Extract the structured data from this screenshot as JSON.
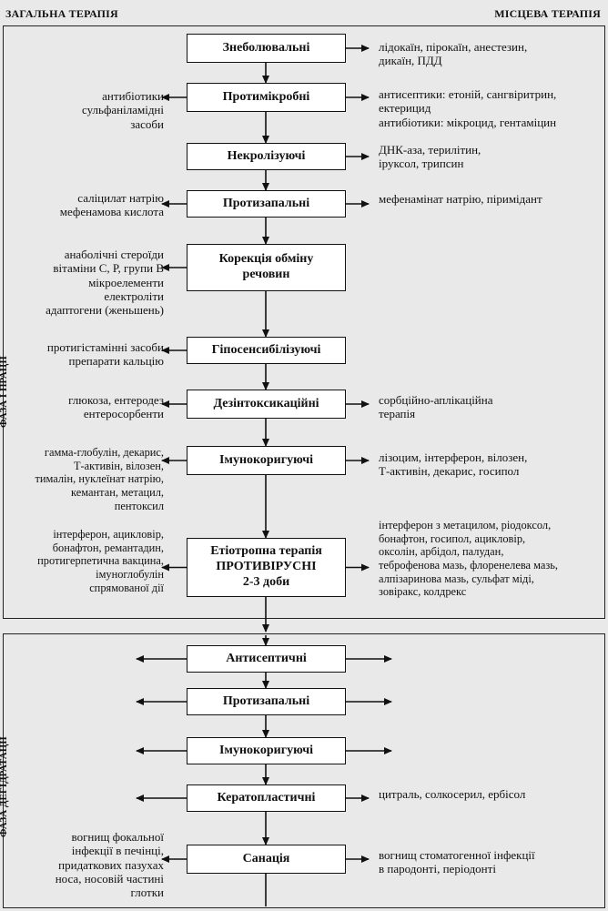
{
  "headers": {
    "left": "ЗАГАЛЬНА ТЕРАПІЯ",
    "right": "МІСЦЕВА ТЕРАПІЯ"
  },
  "phases": {
    "phase1": "ФАЗА І ПРАЦІЇ",
    "phase2": "ФАЗА ДЕГІДРАТАЦІЇ"
  },
  "rows": [
    {
      "box": "Знеболювальні",
      "left": "",
      "right": "лідокаїн, пірокаїн, анестезин,\nдикаїн, ПДД"
    },
    {
      "box": "Протимікробні",
      "left": "антибіотики\nсульфаніламідні\nзасоби",
      "right": "антисептики: етоній, сангвіритрин,\nектерицид\nантибіотики: мікроцид, гентаміцин"
    },
    {
      "box": "Некролізуючі",
      "left": "",
      "right": "ДНК-аза, терилітин,\nіруксол, трипсин"
    },
    {
      "box": "Протизапальні",
      "left": "саліцилат натрію\nмефенамова кислота",
      "right": "мефенамінат натрію, піримідант"
    },
    {
      "box": "Корекція обміну\nречовин",
      "left": "анаболічні стероїди\nвітаміни С, Р, групи В\nмікроелементи\nелектроліти\nадаптогени  (женьшень)",
      "right": ""
    },
    {
      "box": "Гіпосенсибілізуючі",
      "left": "протигістамінні засоби\nпрепарати кальцію",
      "right": ""
    },
    {
      "box": "Дезінтоксикаційні",
      "left": "глюкоза, ентеродез\nентеросорбенти",
      "right": "сорбційно-аплікаційна\nтерапія"
    },
    {
      "box": "Імунокоригуючі",
      "left": "гамма-глобулін, декарис,\nТ-активін, вілозен,\nтималін, нуклеїнат натрію,\nкемантан, метацил,\nпентоксил",
      "right": "лізоцим, інтерферон, вілозен,\nТ-активін, декарис, госипол"
    },
    {
      "box": "Етіотропна терапія\nПРОТИВІРУСНІ\n2-3 доби",
      "left": "інтерферон, ацикловір,\nбонафтон, ремантадин,\nпротигерпетична вакцина,\nімуноглобулін\nспрямованої дії",
      "right": "інтерферон з метацилом, ріодоксол,\nбонафтон, госипол, ацикловір,\nоксолін, арбідол, палудан,\nтеброфенова мазь, флоренелева мазь,\nалпізаринова мазь, сульфат міді,\nзовіракс, колдрекс"
    },
    {
      "box": "Антисептичні",
      "left": "",
      "right": ""
    },
    {
      "box": "Протизапальні",
      "left": "",
      "right": ""
    },
    {
      "box": "Імунокоригуючі",
      "left": "",
      "right": ""
    },
    {
      "box": "Кератопластичні",
      "left": "",
      "right": "цитраль, солкосерил, ербісол"
    },
    {
      "box": "Санація",
      "left": "вогнищ фокальної\nінфекції в печінці,\nпридаткових пазухах\nноса, носовій частині\nглотки",
      "right": "вогнищ стоматогенної інфекції\nв пародонті, періодонті"
    }
  ]
}
